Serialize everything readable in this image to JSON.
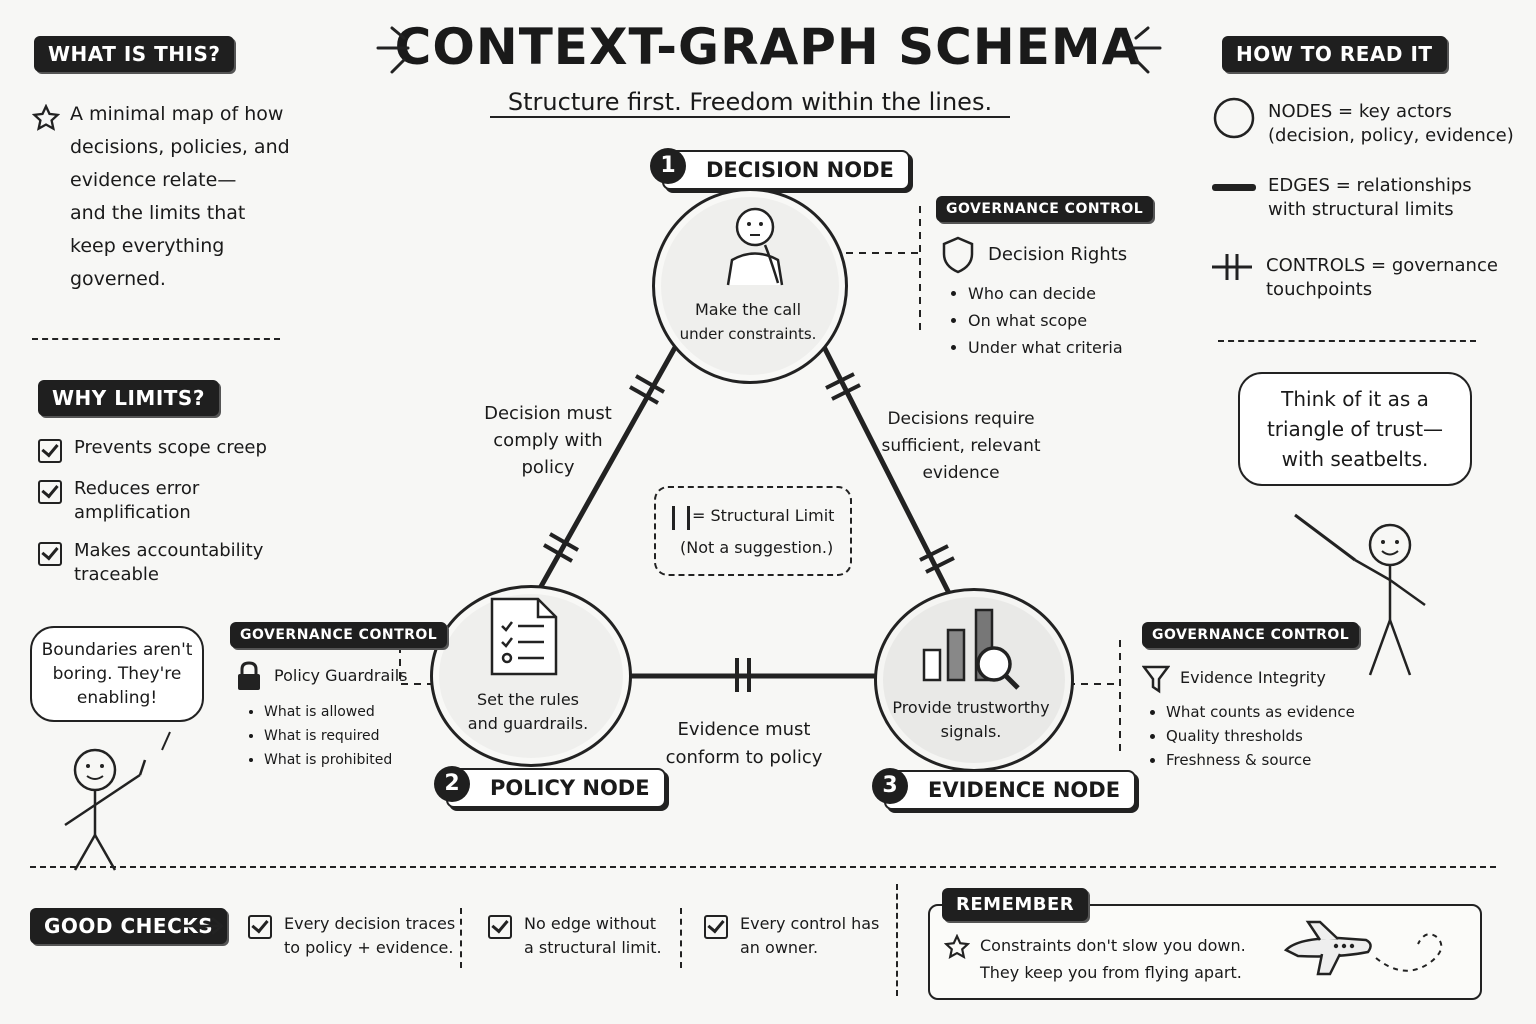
{
  "title": "Context-Graph Schema",
  "subtitle": "Structure first. Freedom within the lines.",
  "what_is_this": {
    "heading": "What is this?",
    "text": [
      "A minimal map of how",
      "decisions, policies, and",
      "evidence relate—",
      "and the limits that",
      "keep everything",
      "governed."
    ]
  },
  "why_limits": {
    "heading": "Why limits?",
    "items": [
      [
        "Prevents scope creep"
      ],
      [
        "Reduces error",
        "amplification"
      ],
      [
        "Makes accountability",
        "traceable"
      ]
    ]
  },
  "left_bubble": [
    "Boundaries aren't",
    "boring. They're",
    "enabling!"
  ],
  "how_to_read": {
    "heading": "How to read it",
    "items": [
      [
        "NODES = key actors",
        "(decision, policy, evidence)"
      ],
      [
        "EDGES = relationships",
        "with structural limits"
      ],
      [
        "CONTROLS = governance",
        "touchpoints"
      ]
    ]
  },
  "right_bubble": [
    "Think of it as a",
    "triangle of trust—",
    "with seatbelts."
  ],
  "nodes": {
    "decision": {
      "number": "1",
      "label": "Decision Node",
      "desc": [
        "Make the call",
        "under constraints."
      ]
    },
    "policy": {
      "number": "2",
      "label": "Policy Node",
      "desc": [
        "Set the rules",
        "and guardrails."
      ]
    },
    "evidence": {
      "number": "3",
      "label": "Evidence Node",
      "desc": [
        "Provide trustworthy",
        "signals."
      ]
    }
  },
  "edges": {
    "decision_policy": [
      "Decision must",
      "comply with",
      "policy"
    ],
    "decision_evidence": [
      "Decisions require",
      "sufficient, relevant",
      "evidence"
    ],
    "evidence_policy": [
      "Evidence must",
      "conform to policy"
    ]
  },
  "legend_center": [
    "= Structural Limit",
    "(Not a suggestion.)"
  ],
  "controls": {
    "decision": {
      "tag": "Governance Control",
      "title": "Decision Rights",
      "items": [
        "Who can decide",
        "On what scope",
        "Under what criteria"
      ]
    },
    "policy": {
      "tag": "Governance Control",
      "title": "Policy Guardrails",
      "items": [
        "What is allowed",
        "What is required",
        "What is prohibited"
      ]
    },
    "evidence": {
      "tag": "Governance Control",
      "title": "Evidence Integrity",
      "items": [
        "What counts as evidence",
        "Quality thresholds",
        "Freshness & source"
      ]
    }
  },
  "good_checks": {
    "heading": "Good checks",
    "items": [
      [
        "Every decision traces",
        "to policy + evidence."
      ],
      [
        "No edge without",
        "a structural limit."
      ],
      [
        "Every control has",
        "an owner."
      ]
    ]
  },
  "remember": {
    "heading": "Remember",
    "text": [
      "Constraints don't slow you down.",
      "They keep you from flying apart."
    ]
  },
  "icons": [
    "star-icon",
    "check-icon",
    "shield-icon",
    "lock-icon",
    "funnel-icon",
    "person-icon",
    "document-icon",
    "chart-magnifier-icon",
    "airplane-icon"
  ]
}
